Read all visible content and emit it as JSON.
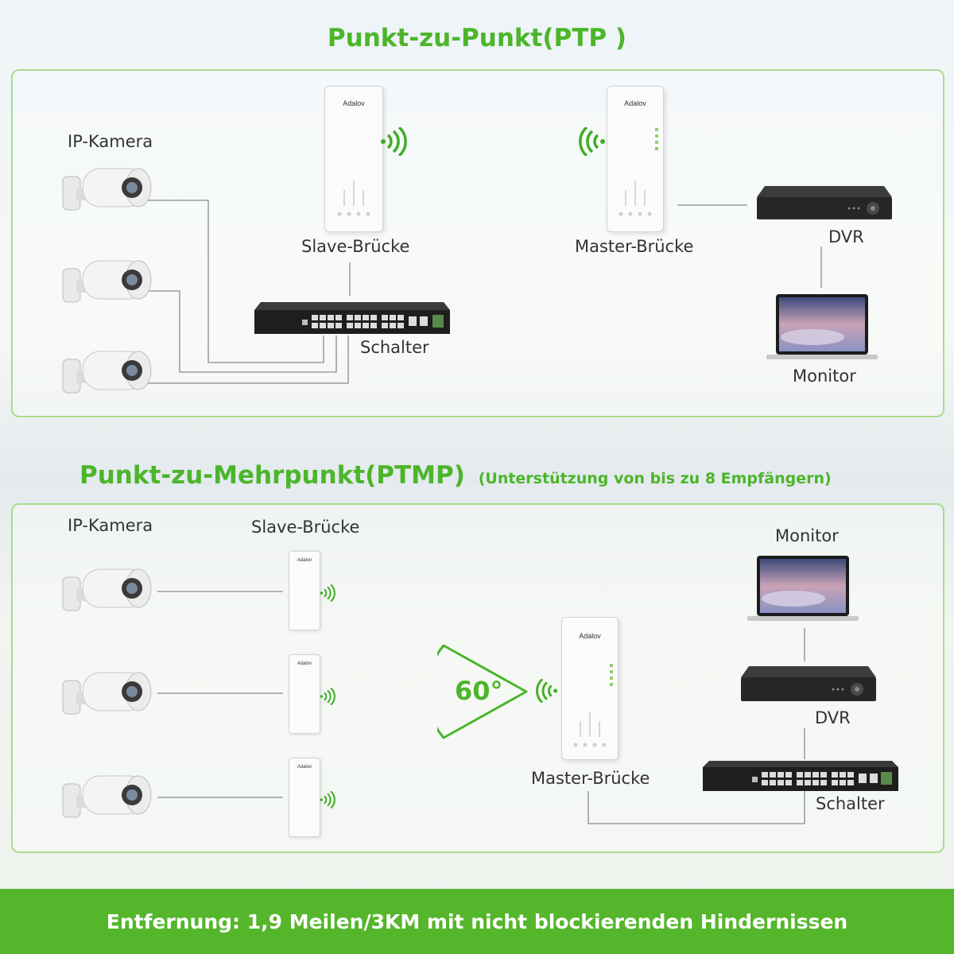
{
  "ptp": {
    "title": "Punkt-zu-Punkt(PTP )",
    "ip_camera_label": "IP-Kamera",
    "slave_label": "Slave-Brücke",
    "master_label": "Master-Brücke",
    "switch_label": "Schalter",
    "dvr_label": "DVR",
    "monitor_label": "Monitor",
    "brand": "Adalov"
  },
  "ptmp": {
    "title": "Punkt-zu-Mehrpunkt(PTMP)",
    "subtitle": "(Unterstützung von bis zu 8 Empfängern)",
    "ip_camera_label": "IP-Kamera",
    "slave_label": "Slave-Brücke",
    "master_label": "Master-Brücke",
    "angle": "60°",
    "monitor_label": "Monitor",
    "dvr_label": "DVR",
    "switch_label": "Schalter",
    "brand": "Adalov"
  },
  "footer": {
    "text": "Entfernung: 1,9 Meilen/3KM mit nicht blockierenden Hindernissen"
  },
  "colors": {
    "accent": "#4cb52a",
    "footer_bg": "#55b62c",
    "panel_border": "#a9dc8e"
  }
}
